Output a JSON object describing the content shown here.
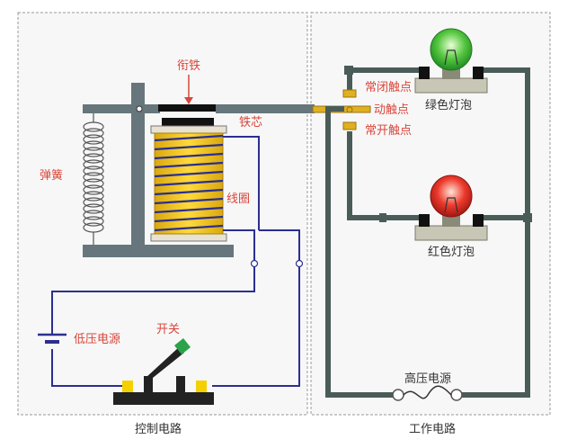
{
  "diagram": {
    "sections": {
      "control_circuit": "控制电路",
      "working_circuit": "工作电路"
    },
    "labels": {
      "armature": "衔铁",
      "iron_core": "铁芯",
      "spring": "弹簧",
      "coil": "线圈",
      "low_voltage_source": "低压电源",
      "switch": "开关",
      "normally_closed_contact": "常闭触点",
      "moving_contact": "动触点",
      "normally_open_contact": "常开触点",
      "green_bulb": "绿色灯泡",
      "red_bulb": "红色灯泡",
      "high_voltage_source": "高压电源"
    },
    "colors": {
      "wire_control": "#2b2f8f",
      "wire_working": "#4a5c58",
      "metal": "#66767c",
      "coil_yellow": "#f2c31b",
      "label_red": "#d9463b",
      "bulb_green": "#3fbf3a",
      "bulb_red": "#e5322b",
      "contact_gold": "#e0b020"
    }
  }
}
